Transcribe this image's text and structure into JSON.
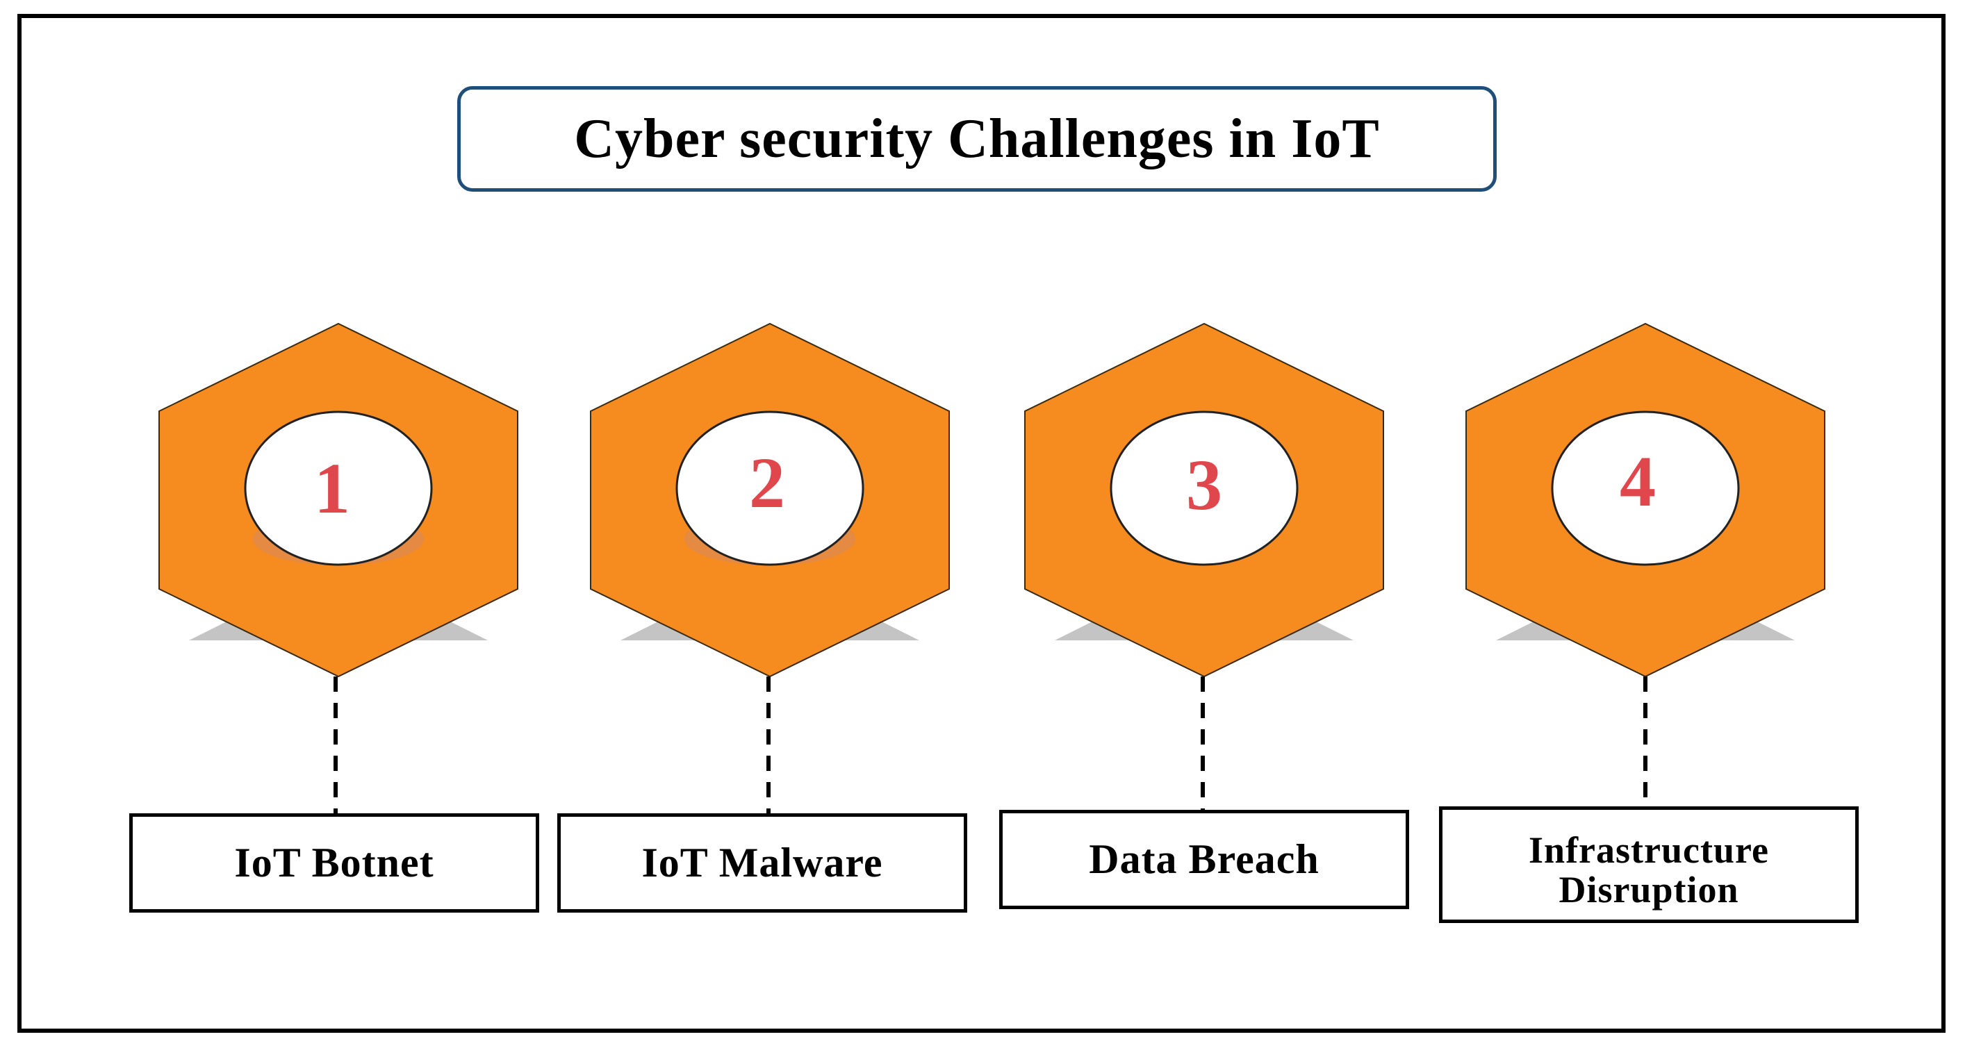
{
  "title": "Cyber security Challenges in IoT",
  "colors": {
    "hexagon_fill": "#f68b1f",
    "hexagon_stroke": "#3a2a10",
    "shadow": "#c4c4c4",
    "number_color": "#e0474c",
    "title_border": "#1f4e79"
  },
  "challenges": [
    {
      "number": "1",
      "label": "IoT Botnet"
    },
    {
      "number": "2",
      "label": "IoT Malware"
    },
    {
      "number": "3",
      "label": "Data Breach"
    },
    {
      "number": "4",
      "label": "Infrastructure Disruption"
    }
  ]
}
